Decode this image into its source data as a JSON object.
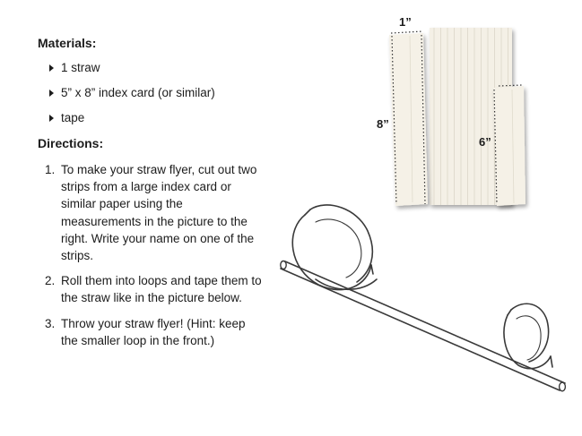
{
  "materials": {
    "heading": "Materials:",
    "items": [
      "1 straw",
      "5” x 8” index card (or similar)",
      "tape"
    ]
  },
  "directions": {
    "heading": "Directions:",
    "steps": [
      {
        "num": "1.",
        "text": "To make your straw flyer, cut out two strips from a large index card or similar paper using the measurements in the picture to the right. Write your name on one of the strips."
      },
      {
        "num": "2.",
        "text": "Roll them into loops and tape them to the straw like in the picture below."
      },
      {
        "num": "3.",
        "text": "Throw your straw flyer! (Hint: keep the smaller loop in the front.)"
      }
    ]
  },
  "diagram": {
    "label_width": "1”",
    "label_long": "8”",
    "label_short": "6”"
  }
}
